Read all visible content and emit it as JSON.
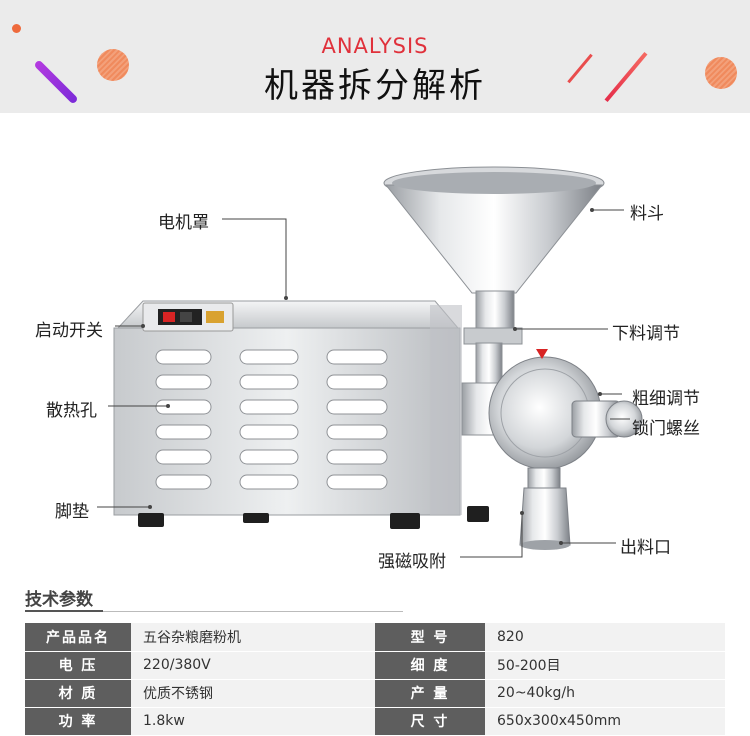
{
  "header": {
    "subtitle_en": "ANALYSIS",
    "title_zh": "机器拆分解析"
  },
  "labels": {
    "motor_cover": "电机罩",
    "start_switch": "启动开关",
    "heat_holes": "散热孔",
    "foot_pad": "脚垫",
    "hopper": "料斗",
    "feed_adjust": "下料调节",
    "coarse_fine_adjust": "粗细调节",
    "lock_screw": "锁门螺丝",
    "outlet": "出料口",
    "magnet": "强磁吸附"
  },
  "specs": {
    "title": "技术参数",
    "rows": [
      {
        "k1": "产品品名",
        "v1": "五谷杂粮磨粉机",
        "k2": "型    号",
        "v2": "820"
      },
      {
        "k1": "电    压",
        "v1": "220/380V",
        "k2": "细    度",
        "v2": "50-200目"
      },
      {
        "k1": "材    质",
        "v1": "优质不锈钢",
        "k2": "产    量",
        "v2": "20~40kg/h"
      },
      {
        "k1": "功    率",
        "v1": "1.8kw",
        "k2": "尺    寸",
        "v2": "650x300x450mm"
      }
    ]
  },
  "colors": {
    "accent_red": "#e0313b",
    "table_header": "#5e5e5e",
    "table_cell": "#f2f2f2"
  }
}
